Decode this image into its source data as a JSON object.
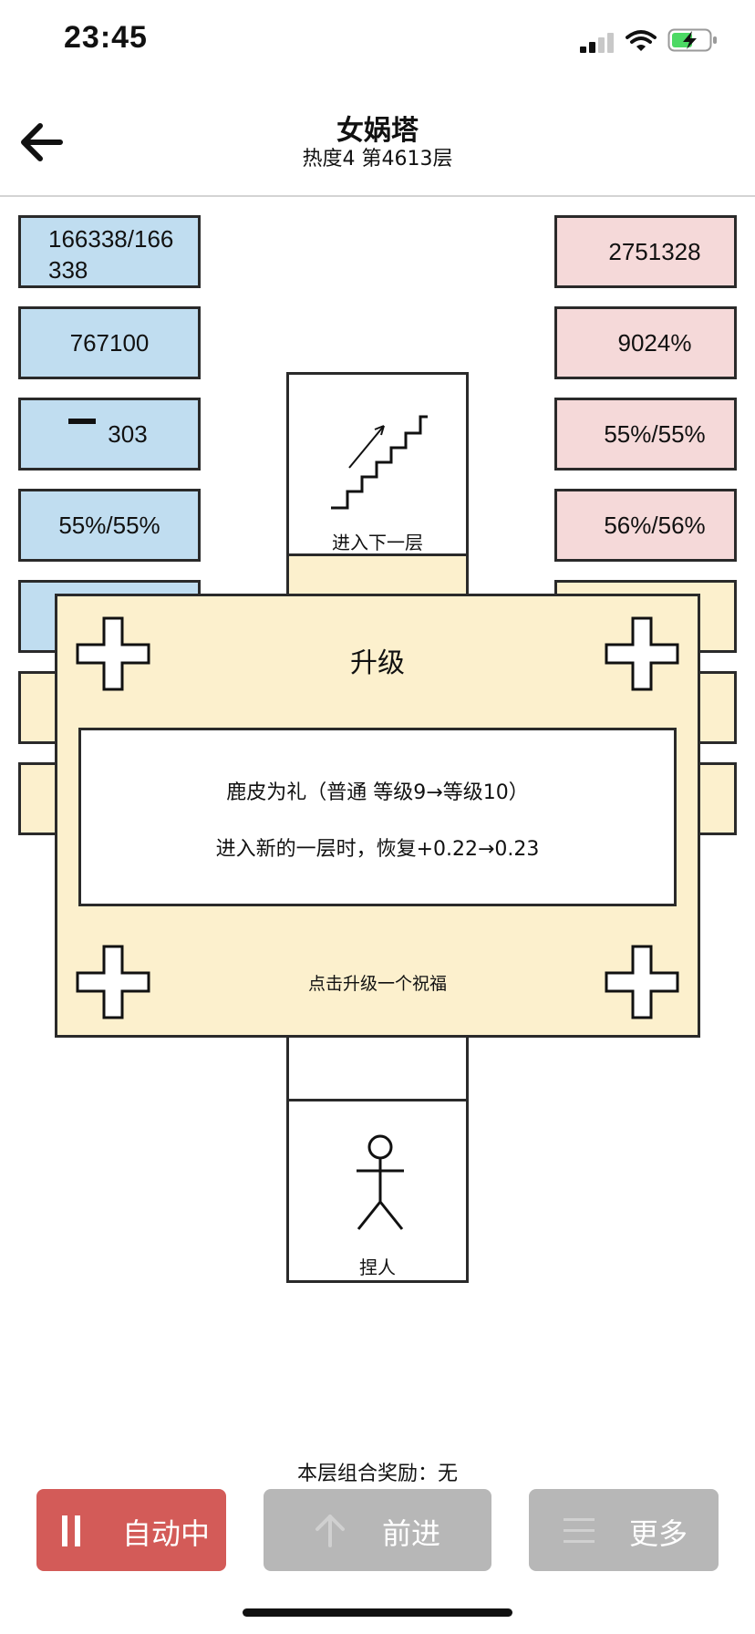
{
  "status": {
    "time": "23:45",
    "icons": [
      "signal-icon",
      "wifi-icon",
      "battery-charging-icon"
    ]
  },
  "nav": {
    "back_icon": "arrow-left-icon",
    "title": "女娲塔",
    "subtitle": "热度4 第4613层"
  },
  "left_stats": [
    "166338/166338",
    "767100",
    "303",
    "55%/55%"
  ],
  "right_stats": [
    "2751328",
    "9024%",
    "55%/55%",
    "56%/56%"
  ],
  "next_floor": {
    "label": "进入下一层",
    "icon": "stairs-up-icon"
  },
  "character": {
    "label": "捏人",
    "icon": "stick-figure-icon"
  },
  "upgrade_modal": {
    "title": "升级",
    "blessing_line": "鹿皮为礼（普通 等级9→等级10）",
    "effect_line": "进入新的一层时，恢复+0.22→0.23",
    "hint": "点击升级一个祝福"
  },
  "combo_bonus": "本层组合奖励：无",
  "buttons": {
    "auto": {
      "label": "自动中",
      "icon": "pause-icon",
      "color": "#d35b58"
    },
    "forward": {
      "label": "前进",
      "icon": "arrow-up-icon",
      "color": "#b7b7b7"
    },
    "more": {
      "label": "更多",
      "icon": "menu-icon",
      "color": "#b7b7b7"
    }
  }
}
